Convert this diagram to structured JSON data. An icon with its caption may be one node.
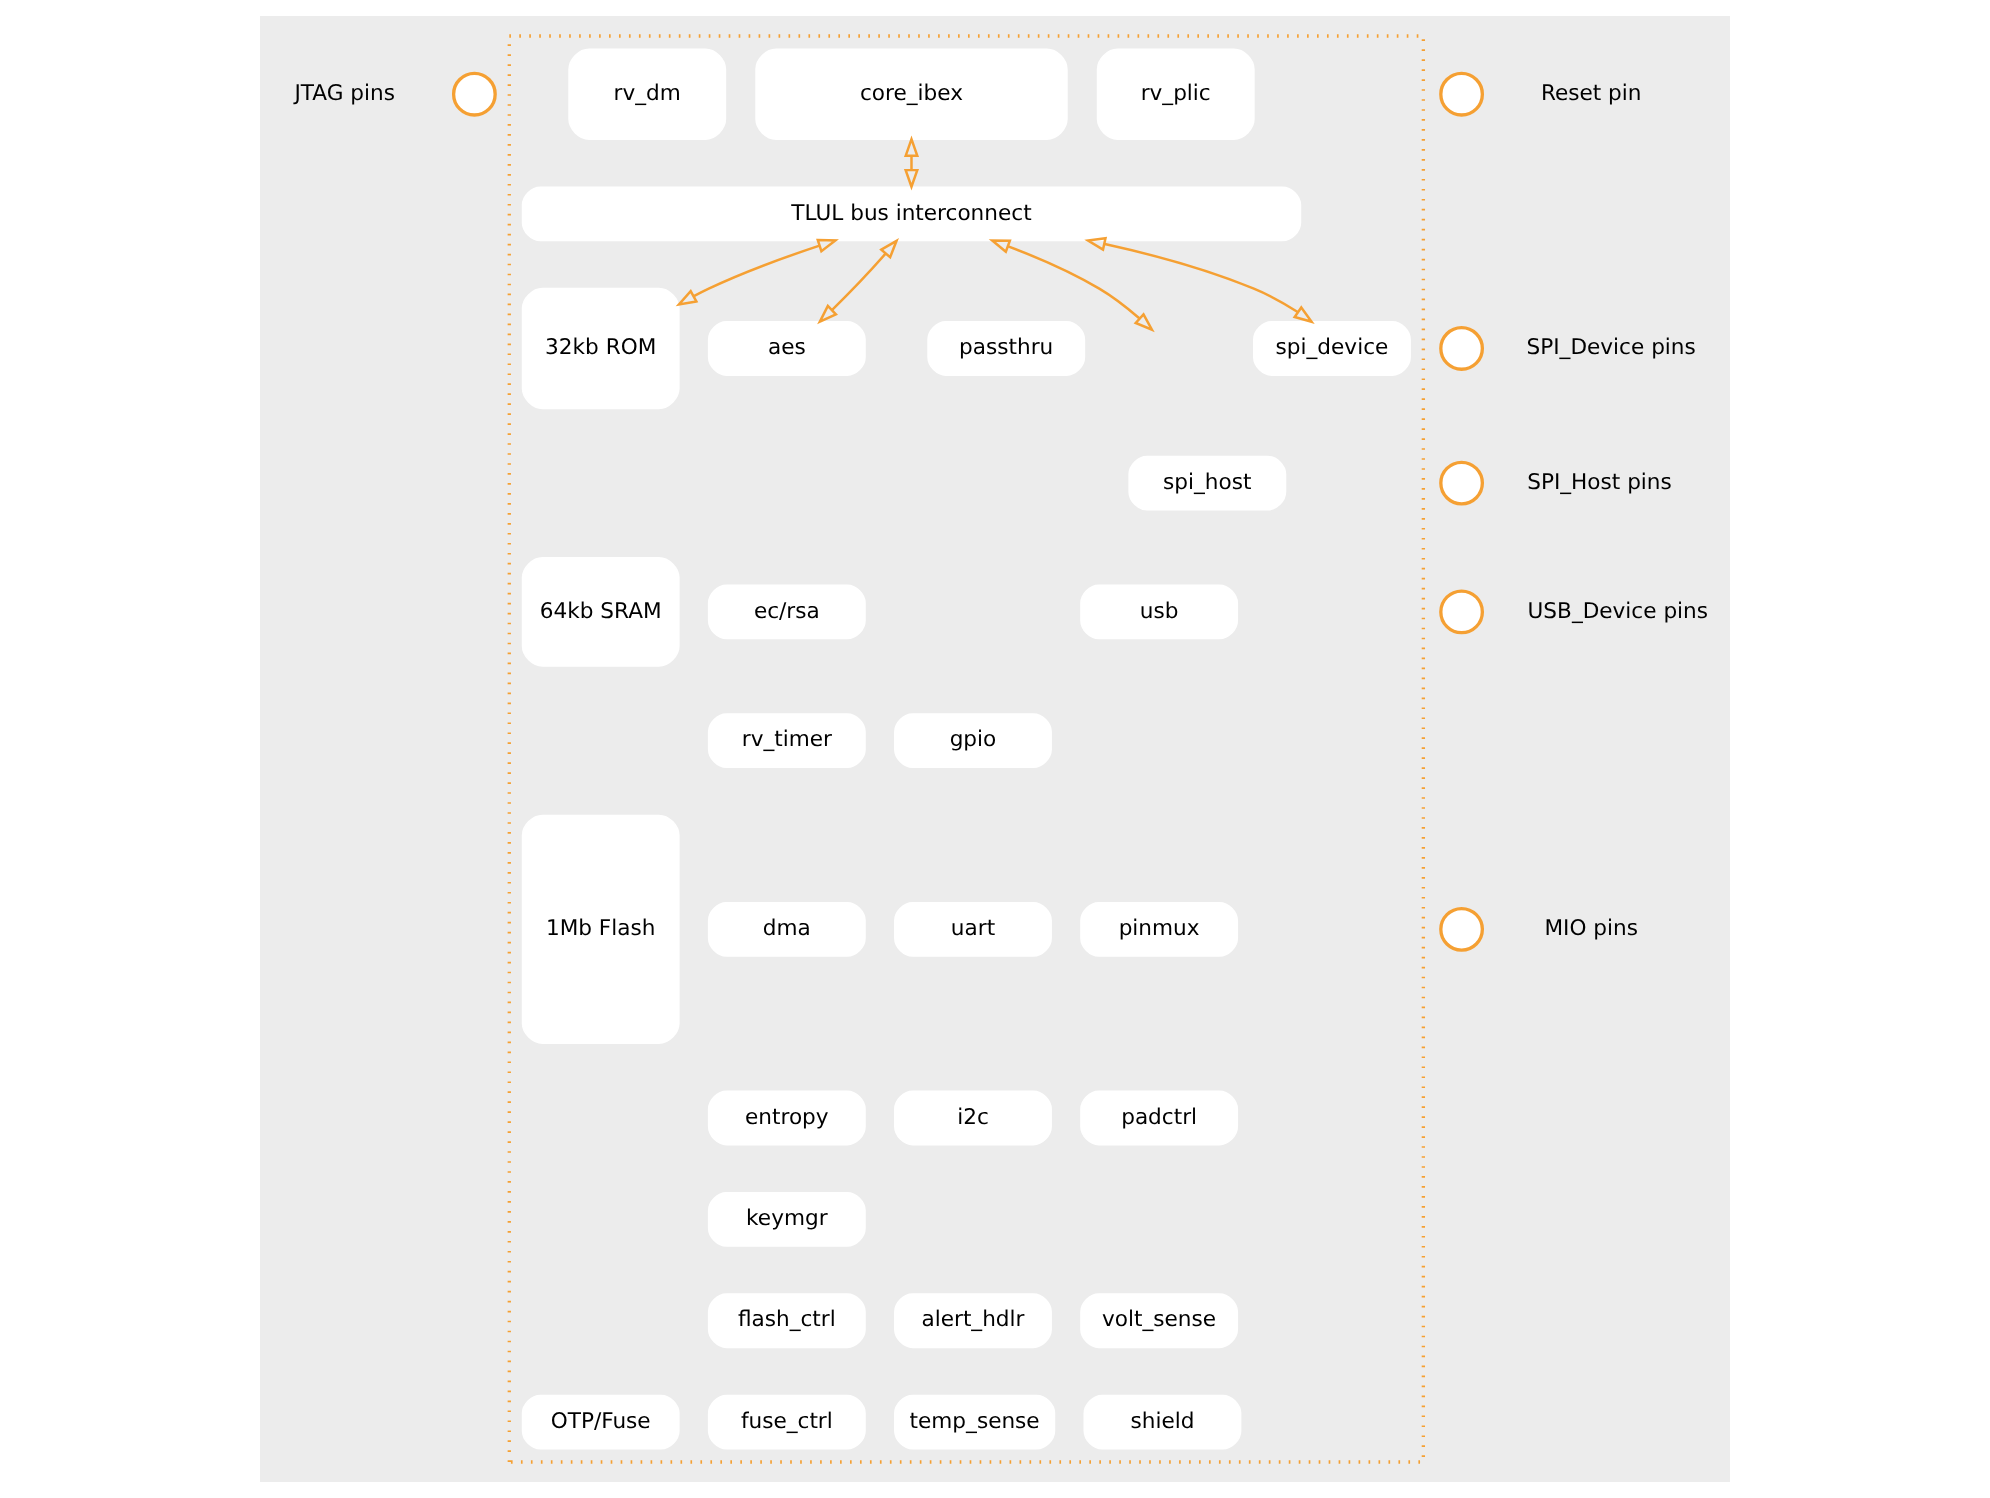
{
  "diagram": {
    "nodes": [
      {
        "text": [],
        "shape": "box"
      },
      {
        "text": [],
        "shape": "circle",
        "beside": [
          "JTAG pins"
        ]
      },
      {
        "text": [
          "rv_dm"
        ],
        "in": 0
      },
      {
        "text": [
          "core_ibex"
        ],
        "in": 0
      },
      {
        "text": [
          "rv_plic"
        ],
        "in": 0
      },
      {
        "text": [],
        "shape": "circle",
        "beside": [
          "Reset pin"
        ]
      },
      {
        "text": [
          "TLUL bus interconnect"
        ],
        "in": 0
      },
      {
        "text": [
          "32kb ROM"
        ],
        "in": 0
      },
      {
        "text": [
          "aes"
        ],
        "in": 0
      },
      {
        "text": [
          "spi_device"
        ],
        "in": 0
      },
      {
        "text": [
          "passthru"
        ],
        "in": 0
      },
      {
        "text": [],
        "shape": "circle",
        "beside": [
          "SPI_Device pins"
        ]
      },
      {
        "text": [
          "spi_host"
        ],
        "in": 0
      },
      {
        "text": [],
        "shape": "circle",
        "beside": [
          "SPI_Host pins"
        ]
      },
      {
        "text": [
          "64kb SRAM"
        ],
        "in": 0
      },
      {
        "text": [
          "ec/rsa"
        ],
        "in": 0
      },
      {
        "text": [
          "usb"
        ],
        "in": 0
      },
      {
        "text": [],
        "shape": "circle",
        "beside": [
          "USB_Device pins"
        ]
      },
      {
        "text": [
          "rv_timer"
        ],
        "in": 0
      },
      {
        "text": [
          "gpio"
        ],
        "in": 0
      },
      {
        "text": [
          "1Mb Flash"
        ],
        "in": 0
      },
      {
        "text": [
          "dma"
        ],
        "in": 0
      },
      {
        "text": [
          "uart"
        ],
        "in": 0
      },
      {
        "text": [
          "pinmux"
        ],
        "in": 0
      },
      {
        "text": [],
        "shape": "circle",
        "beside": [
          "MIO pins"
        ]
      },
      {
        "text": [
          "entropy"
        ],
        "in": 0
      },
      {
        "text": [
          "i2c"
        ],
        "in": 0
      },
      {
        "text": [
          "padctrl"
        ],
        "in": 0
      },
      {
        "text": [
          "keymgr"
        ],
        "in": 0
      },
      {
        "text": [
          "flash_ctrl"
        ],
        "in": 0
      },
      {
        "text": [
          "alert_hdlr"
        ],
        "in": 0
      },
      {
        "text": [
          "volt_sense"
        ],
        "in": 0
      },
      {
        "text": [
          "OTP/Fuse"
        ],
        "in": 0
      },
      {
        "text": [
          "fuse_ctrl"
        ],
        "in": 0
      },
      {
        "text": [
          "temp_sense"
        ],
        "in": 0
      },
      {
        "text": [
          "shield"
        ],
        "in": 0
      }
    ],
    "edges": [
      {
        "from": 3,
        "to": 6,
        "arrow": "both"
      },
      {
        "from": 6,
        "to": 7,
        "arrow": "both"
      },
      {
        "from": 6,
        "to": 8,
        "arrow": "both"
      },
      {
        "from": 6,
        "to": null,
        "arrow": "both"
      },
      {
        "from": 6,
        "to": 9,
        "arrow": "both"
      }
    ]
  }
}
